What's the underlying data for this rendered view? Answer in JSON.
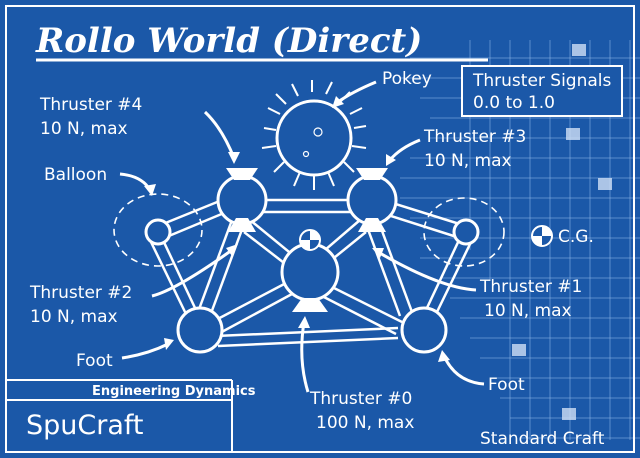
{
  "title": "Rollo World (Direct)",
  "signals_box": {
    "line1": "Thruster Signals",
    "line2": "0.0 to 1.0"
  },
  "labels": {
    "pokey": "Pokey",
    "balloon": "Balloon",
    "cg": "C.G.",
    "foot_left": "Foot",
    "foot_right": "Foot",
    "thruster4_name": "Thruster #4",
    "thruster4_force": "10 N, max",
    "thruster3_name": "Thruster #3",
    "thruster3_force": "10 N, max",
    "thruster2_name": "Thruster #2",
    "thruster2_force": "10 N, max",
    "thruster1_name": "Thruster #1",
    "thruster1_force": "10 N, max",
    "thruster0_name": "Thruster #0",
    "thruster0_force": "100 N, max"
  },
  "footer": {
    "engineering": "Engineering Dynamics",
    "brand": "SpuCraft",
    "standard": "Standard Craft"
  },
  "colors": {
    "background": "#1b58a8",
    "line": "#ffffff",
    "grid": "#8fb7e8"
  }
}
